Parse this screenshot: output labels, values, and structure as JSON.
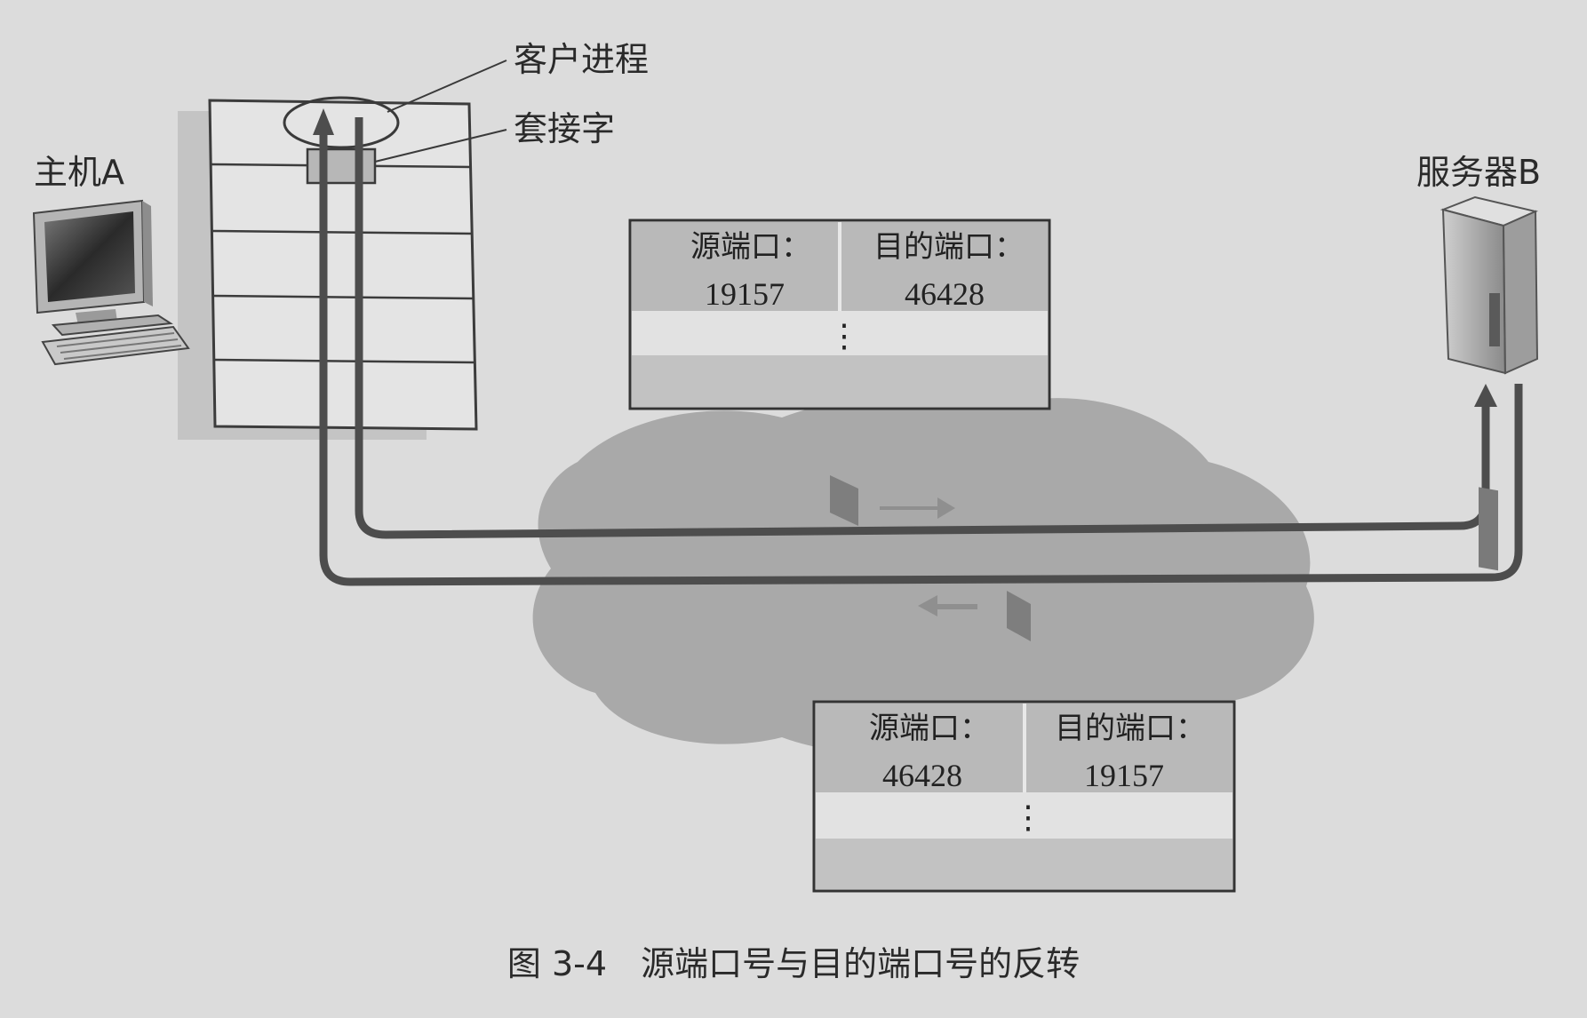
{
  "host_label": "主机A",
  "server_label": "服务器B",
  "client_process_label": "客户进程",
  "socket_label": "套接字",
  "segment_top": {
    "src_header": "源端口：",
    "src_value": "19157",
    "dst_header": "目的端口：",
    "dst_value": "46428",
    "ellipsis": "⋮"
  },
  "segment_bottom": {
    "src_header": "源端口：",
    "src_value": "46428",
    "dst_header": "目的端口：",
    "dst_value": "19157",
    "ellipsis": "⋮"
  },
  "caption": "图 3-4　源端口号与目的端口号的反转",
  "colors": {
    "background": "#dcdcdc",
    "cloud": "#a9a9a9",
    "arrow": "#4d4d4d",
    "segment_header": "#b9b9b9",
    "segment_band": "#c2c2c2"
  }
}
